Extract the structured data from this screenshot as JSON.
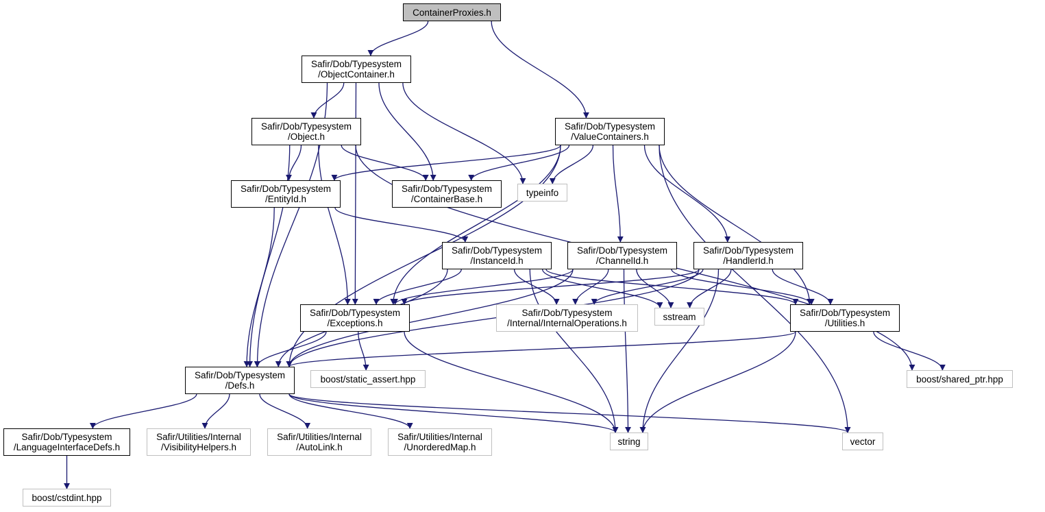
{
  "colors": {
    "edge": "#191970",
    "node_border": "#000000",
    "external_border": "#bfbfbf",
    "root_fill": "#bfbfbf",
    "background": "#ffffff"
  },
  "nodes": [
    {
      "id": "root",
      "l1": "ContainerProxies.h",
      "l2": "",
      "type": "root"
    },
    {
      "id": "objcont",
      "l1": "Safir/Dob/Typesystem",
      "l2": "/ObjectContainer.h",
      "type": "internal"
    },
    {
      "id": "object",
      "l1": "Safir/Dob/Typesystem",
      "l2": "/Object.h",
      "type": "internal"
    },
    {
      "id": "valcont",
      "l1": "Safir/Dob/Typesystem",
      "l2": "/ValueContainers.h",
      "type": "internal"
    },
    {
      "id": "entityid",
      "l1": "Safir/Dob/Typesystem",
      "l2": "/EntityId.h",
      "type": "internal"
    },
    {
      "id": "contbase",
      "l1": "Safir/Dob/Typesystem",
      "l2": "/ContainerBase.h",
      "type": "internal"
    },
    {
      "id": "typeinfo",
      "l1": "typeinfo",
      "l2": "",
      "type": "external"
    },
    {
      "id": "instid",
      "l1": "Safir/Dob/Typesystem",
      "l2": "/InstanceId.h",
      "type": "internal"
    },
    {
      "id": "chanid",
      "l1": "Safir/Dob/Typesystem",
      "l2": "/ChannelId.h",
      "type": "internal"
    },
    {
      "id": "handid",
      "l1": "Safir/Dob/Typesystem",
      "l2": "/HandlerId.h",
      "type": "internal"
    },
    {
      "id": "except",
      "l1": "Safir/Dob/Typesystem",
      "l2": "/Exceptions.h",
      "type": "internal"
    },
    {
      "id": "intops",
      "l1": "Safir/Dob/Typesystem",
      "l2": "/Internal/InternalOperations.h",
      "type": "external"
    },
    {
      "id": "sstream",
      "l1": "sstream",
      "l2": "",
      "type": "external"
    },
    {
      "id": "util",
      "l1": "Safir/Dob/Typesystem",
      "l2": "/Utilities.h",
      "type": "internal"
    },
    {
      "id": "defs",
      "l1": "Safir/Dob/Typesystem",
      "l2": "/Defs.h",
      "type": "internal"
    },
    {
      "id": "static",
      "l1": "boost/static_assert.hpp",
      "l2": "",
      "type": "external"
    },
    {
      "id": "sharedptr",
      "l1": "boost/shared_ptr.hpp",
      "l2": "",
      "type": "external"
    },
    {
      "id": "langif",
      "l1": "Safir/Dob/Typesystem",
      "l2": "/LanguageInterfaceDefs.h",
      "type": "internal"
    },
    {
      "id": "vishelp",
      "l1": "Safir/Utilities/Internal",
      "l2": "/VisibilityHelpers.h",
      "type": "external"
    },
    {
      "id": "autolink",
      "l1": "Safir/Utilities/Internal",
      "l2": "/AutoLink.h",
      "type": "external"
    },
    {
      "id": "unmap",
      "l1": "Safir/Utilities/Internal",
      "l2": "/UnorderedMap.h",
      "type": "external"
    },
    {
      "id": "string",
      "l1": "string",
      "l2": "",
      "type": "external"
    },
    {
      "id": "vector",
      "l1": "vector",
      "l2": "",
      "type": "external"
    },
    {
      "id": "cstdint",
      "l1": "boost/cstdint.hpp",
      "l2": "",
      "type": "external"
    }
  ],
  "edges": [
    [
      "root",
      "objcont"
    ],
    [
      "root",
      "valcont"
    ],
    [
      "objcont",
      "object"
    ],
    [
      "objcont",
      "contbase"
    ],
    [
      "objcont",
      "typeinfo"
    ],
    [
      "objcont",
      "except"
    ],
    [
      "objcont",
      "defs"
    ],
    [
      "object",
      "entityid"
    ],
    [
      "object",
      "contbase"
    ],
    [
      "object",
      "except"
    ],
    [
      "object",
      "defs"
    ],
    [
      "object",
      "sharedptr"
    ],
    [
      "valcont",
      "entityid"
    ],
    [
      "valcont",
      "contbase"
    ],
    [
      "valcont",
      "typeinfo"
    ],
    [
      "valcont",
      "chanid"
    ],
    [
      "valcont",
      "handid"
    ],
    [
      "valcont",
      "util"
    ],
    [
      "valcont",
      "vector"
    ],
    [
      "valcont",
      "except"
    ],
    [
      "valcont",
      "defs"
    ],
    [
      "entityid",
      "instid"
    ],
    [
      "entityid",
      "defs"
    ],
    [
      "instid",
      "except"
    ],
    [
      "instid",
      "intops"
    ],
    [
      "instid",
      "sstream"
    ],
    [
      "instid",
      "util"
    ],
    [
      "instid",
      "defs"
    ],
    [
      "instid",
      "string"
    ],
    [
      "chanid",
      "except"
    ],
    [
      "chanid",
      "intops"
    ],
    [
      "chanid",
      "sstream"
    ],
    [
      "chanid",
      "util"
    ],
    [
      "chanid",
      "defs"
    ],
    [
      "chanid",
      "string"
    ],
    [
      "handid",
      "except"
    ],
    [
      "handid",
      "intops"
    ],
    [
      "handid",
      "sstream"
    ],
    [
      "handid",
      "util"
    ],
    [
      "handid",
      "defs"
    ],
    [
      "handid",
      "string"
    ],
    [
      "except",
      "defs"
    ],
    [
      "except",
      "static"
    ],
    [
      "except",
      "string"
    ],
    [
      "util",
      "defs"
    ],
    [
      "util",
      "string"
    ],
    [
      "util",
      "sharedptr"
    ],
    [
      "defs",
      "langif"
    ],
    [
      "defs",
      "vishelp"
    ],
    [
      "defs",
      "autolink"
    ],
    [
      "defs",
      "unmap"
    ],
    [
      "defs",
      "string"
    ],
    [
      "defs",
      "vector"
    ],
    [
      "langif",
      "cstdint"
    ]
  ]
}
